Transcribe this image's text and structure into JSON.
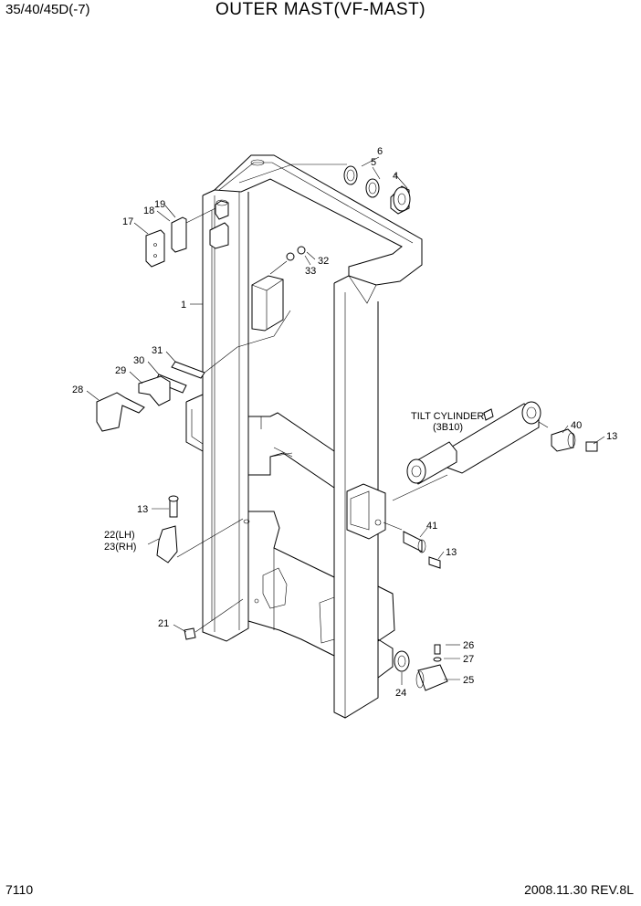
{
  "header": {
    "model": "35/40/45D(-7)",
    "title": "OUTER MAST(VF-MAST)"
  },
  "footer": {
    "page": "7110",
    "date_rev": "2008.11.30  REV.8L"
  },
  "callouts": {
    "c1": "1",
    "c4": "4",
    "c5": "5",
    "c6": "6",
    "c13a": "13",
    "c13b": "13",
    "c13c": "13",
    "c17": "17",
    "c18": "18",
    "c19": "19",
    "c21": "21",
    "c22": "22(LH)",
    "c23": "23(RH)",
    "c24": "24",
    "c25": "25",
    "c26": "26",
    "c27": "27",
    "c28": "28",
    "c29": "29",
    "c30": "30",
    "c31": "31",
    "c32": "32",
    "c33": "33",
    "c40": "40",
    "c41": "41"
  },
  "tilt_cylinder": {
    "label": "TILT CYLINDER",
    "ref": "(3B10)"
  }
}
